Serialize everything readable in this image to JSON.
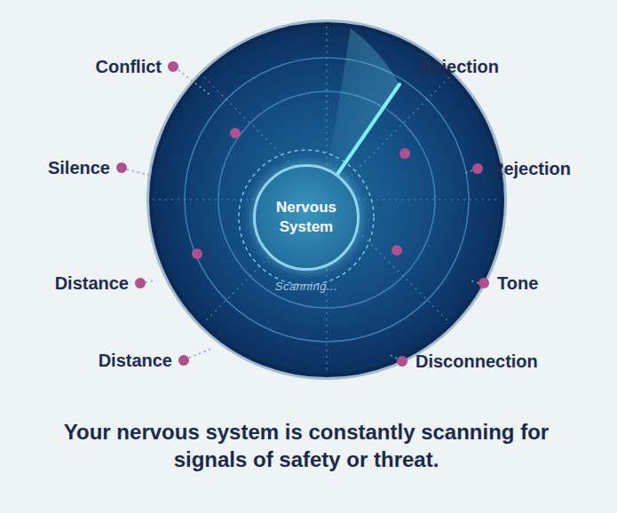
{
  "diagram": {
    "caption": "Your nervous system is constantly scanning for signals of safety or threat.",
    "nodes": [
      {
        "text": [
          "Nervous System"
        ]
      }
    ],
    "labels": [
      "Conflict",
      "Rejection",
      "Silence",
      "Rejection",
      "Distance",
      "Tone",
      "Distance",
      "Disconnection",
      "Scanning..."
    ]
  }
}
